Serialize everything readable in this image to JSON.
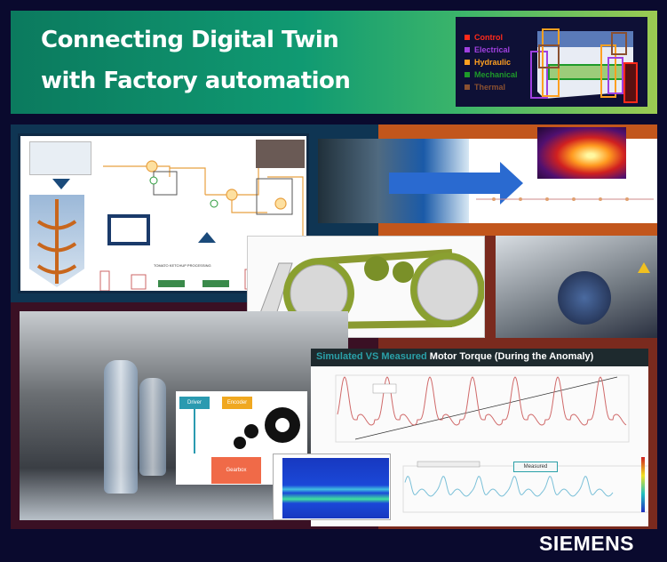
{
  "banner": {
    "title_line1": "Connecting Digital Twin",
    "title_line2": "with Factory automation"
  },
  "legend": {
    "items": [
      {
        "label": "Control",
        "color": "#ff2a1a"
      },
      {
        "label": "Electrical",
        "color": "#a040e0"
      },
      {
        "label": "Hydraulic",
        "color": "#ffa020"
      },
      {
        "label": "Mechanical",
        "color": "#1e9a2a"
      },
      {
        "label": "Thermal",
        "color": "#8a5030"
      }
    ]
  },
  "process": {
    "caption": "TOMATO KETCHUP PROCESSING"
  },
  "drive": {
    "driver": "Driver",
    "encoder": "Encoder",
    "gearbox": "Gearbox"
  },
  "torque_chart": {
    "title_highlight": "Simulated VS Measured",
    "title_rest": "Motor Torque (During the Anomaly)",
    "measured_label": "Measured"
  },
  "brand": {
    "name": "SIEMENS"
  },
  "colors": {
    "accent_teal": "#2aa0a8",
    "banner_start": "#0b7a5e",
    "banner_end": "#9ccb52"
  }
}
